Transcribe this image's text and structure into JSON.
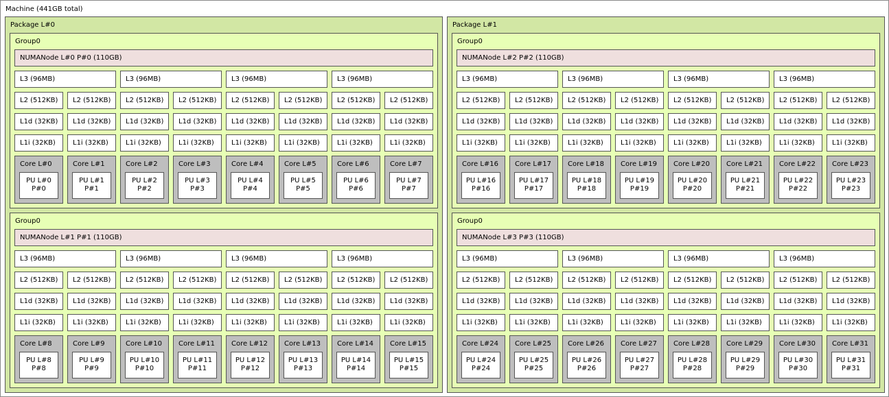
{
  "machine": {
    "label": "Machine (441GB total)"
  },
  "colors": {
    "package": "#d2e7a4",
    "group": "#e7ffb5",
    "numa": "#efdfde",
    "core": "#bebebe",
    "cache": "#ffffff",
    "pu": "#ffffff"
  },
  "packages": [
    {
      "label": "Package L#0",
      "groups": [
        {
          "label": "Group0",
          "numa": "NUMANode L#0 P#0 (110GB)",
          "l3": [
            "L3 (96MB)",
            "L3 (96MB)",
            "L3 (96MB)",
            "L3 (96MB)"
          ],
          "l2": [
            "L2 (512KB)",
            "L2 (512KB)",
            "L2 (512KB)",
            "L2 (512KB)",
            "L2 (512KB)",
            "L2 (512KB)",
            "L2 (512KB)",
            "L2 (512KB)"
          ],
          "l1d": [
            "L1d (32KB)",
            "L1d (32KB)",
            "L1d (32KB)",
            "L1d (32KB)",
            "L1d (32KB)",
            "L1d (32KB)",
            "L1d (32KB)",
            "L1d (32KB)"
          ],
          "l1i": [
            "L1i (32KB)",
            "L1i (32KB)",
            "L1i (32KB)",
            "L1i (32KB)",
            "L1i (32KB)",
            "L1i (32KB)",
            "L1i (32KB)",
            "L1i (32KB)"
          ],
          "cores": [
            {
              "label": "Core L#0",
              "pu_l": "PU L#0",
              "pu_p": "P#0"
            },
            {
              "label": "Core L#1",
              "pu_l": "PU L#1",
              "pu_p": "P#1"
            },
            {
              "label": "Core L#2",
              "pu_l": "PU L#2",
              "pu_p": "P#2"
            },
            {
              "label": "Core L#3",
              "pu_l": "PU L#3",
              "pu_p": "P#3"
            },
            {
              "label": "Core L#4",
              "pu_l": "PU L#4",
              "pu_p": "P#4"
            },
            {
              "label": "Core L#5",
              "pu_l": "PU L#5",
              "pu_p": "P#5"
            },
            {
              "label": "Core L#6",
              "pu_l": "PU L#6",
              "pu_p": "P#6"
            },
            {
              "label": "Core L#7",
              "pu_l": "PU L#7",
              "pu_p": "P#7"
            }
          ]
        },
        {
          "label": "Group0",
          "numa": "NUMANode L#1 P#1 (110GB)",
          "l3": [
            "L3 (96MB)",
            "L3 (96MB)",
            "L3 (96MB)",
            "L3 (96MB)"
          ],
          "l2": [
            "L2 (512KB)",
            "L2 (512KB)",
            "L2 (512KB)",
            "L2 (512KB)",
            "L2 (512KB)",
            "L2 (512KB)",
            "L2 (512KB)",
            "L2 (512KB)"
          ],
          "l1d": [
            "L1d (32KB)",
            "L1d (32KB)",
            "L1d (32KB)",
            "L1d (32KB)",
            "L1d (32KB)",
            "L1d (32KB)",
            "L1d (32KB)",
            "L1d (32KB)"
          ],
          "l1i": [
            "L1i (32KB)",
            "L1i (32KB)",
            "L1i (32KB)",
            "L1i (32KB)",
            "L1i (32KB)",
            "L1i (32KB)",
            "L1i (32KB)",
            "L1i (32KB)"
          ],
          "cores": [
            {
              "label": "Core L#8",
              "pu_l": "PU L#8",
              "pu_p": "P#8"
            },
            {
              "label": "Core L#9",
              "pu_l": "PU L#9",
              "pu_p": "P#9"
            },
            {
              "label": "Core L#10",
              "pu_l": "PU L#10",
              "pu_p": "P#10"
            },
            {
              "label": "Core L#11",
              "pu_l": "PU L#11",
              "pu_p": "P#11"
            },
            {
              "label": "Core L#12",
              "pu_l": "PU L#12",
              "pu_p": "P#12"
            },
            {
              "label": "Core L#13",
              "pu_l": "PU L#13",
              "pu_p": "P#13"
            },
            {
              "label": "Core L#14",
              "pu_l": "PU L#14",
              "pu_p": "P#14"
            },
            {
              "label": "Core L#15",
              "pu_l": "PU L#15",
              "pu_p": "P#15"
            }
          ]
        }
      ]
    },
    {
      "label": "Package L#1",
      "groups": [
        {
          "label": "Group0",
          "numa": "NUMANode L#2 P#2 (110GB)",
          "l3": [
            "L3 (96MB)",
            "L3 (96MB)",
            "L3 (96MB)",
            "L3 (96MB)"
          ],
          "l2": [
            "L2 (512KB)",
            "L2 (512KB)",
            "L2 (512KB)",
            "L2 (512KB)",
            "L2 (512KB)",
            "L2 (512KB)",
            "L2 (512KB)",
            "L2 (512KB)"
          ],
          "l1d": [
            "L1d (32KB)",
            "L1d (32KB)",
            "L1d (32KB)",
            "L1d (32KB)",
            "L1d (32KB)",
            "L1d (32KB)",
            "L1d (32KB)",
            "L1d (32KB)"
          ],
          "l1i": [
            "L1i (32KB)",
            "L1i (32KB)",
            "L1i (32KB)",
            "L1i (32KB)",
            "L1i (32KB)",
            "L1i (32KB)",
            "L1i (32KB)",
            "L1i (32KB)"
          ],
          "cores": [
            {
              "label": "Core L#16",
              "pu_l": "PU L#16",
              "pu_p": "P#16"
            },
            {
              "label": "Core L#17",
              "pu_l": "PU L#17",
              "pu_p": "P#17"
            },
            {
              "label": "Core L#18",
              "pu_l": "PU L#18",
              "pu_p": "P#18"
            },
            {
              "label": "Core L#19",
              "pu_l": "PU L#19",
              "pu_p": "P#19"
            },
            {
              "label": "Core L#20",
              "pu_l": "PU L#20",
              "pu_p": "P#20"
            },
            {
              "label": "Core L#21",
              "pu_l": "PU L#21",
              "pu_p": "P#21"
            },
            {
              "label": "Core L#22",
              "pu_l": "PU L#22",
              "pu_p": "P#22"
            },
            {
              "label": "Core L#23",
              "pu_l": "PU L#23",
              "pu_p": "P#23"
            }
          ]
        },
        {
          "label": "Group0",
          "numa": "NUMANode L#3 P#3 (110GB)",
          "l3": [
            "L3 (96MB)",
            "L3 (96MB)",
            "L3 (96MB)",
            "L3 (96MB)"
          ],
          "l2": [
            "L2 (512KB)",
            "L2 (512KB)",
            "L2 (512KB)",
            "L2 (512KB)",
            "L2 (512KB)",
            "L2 (512KB)",
            "L2 (512KB)",
            "L2 (512KB)"
          ],
          "l1d": [
            "L1d (32KB)",
            "L1d (32KB)",
            "L1d (32KB)",
            "L1d (32KB)",
            "L1d (32KB)",
            "L1d (32KB)",
            "L1d (32KB)",
            "L1d (32KB)"
          ],
          "l1i": [
            "L1i (32KB)",
            "L1i (32KB)",
            "L1i (32KB)",
            "L1i (32KB)",
            "L1i (32KB)",
            "L1i (32KB)",
            "L1i (32KB)",
            "L1i (32KB)"
          ],
          "cores": [
            {
              "label": "Core L#24",
              "pu_l": "PU L#24",
              "pu_p": "P#24"
            },
            {
              "label": "Core L#25",
              "pu_l": "PU L#25",
              "pu_p": "P#25"
            },
            {
              "label": "Core L#26",
              "pu_l": "PU L#26",
              "pu_p": "P#26"
            },
            {
              "label": "Core L#27",
              "pu_l": "PU L#27",
              "pu_p": "P#27"
            },
            {
              "label": "Core L#28",
              "pu_l": "PU L#28",
              "pu_p": "P#28"
            },
            {
              "label": "Core L#29",
              "pu_l": "PU L#29",
              "pu_p": "P#29"
            },
            {
              "label": "Core L#30",
              "pu_l": "PU L#30",
              "pu_p": "P#30"
            },
            {
              "label": "Core L#31",
              "pu_l": "PU L#31",
              "pu_p": "P#31"
            }
          ]
        }
      ]
    }
  ]
}
